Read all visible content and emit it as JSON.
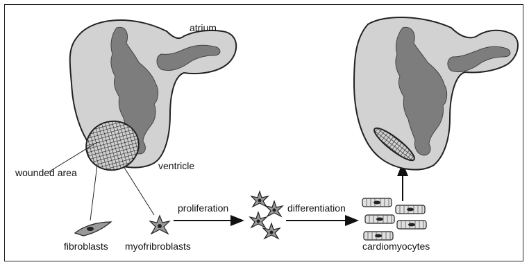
{
  "labels": {
    "atrium": "atrium",
    "ventricle": "ventricle",
    "wounded_area": "wounded area",
    "fibroblasts": "fibroblasts",
    "myofibroblasts": "myofribroblasts",
    "proliferation": "proliferation",
    "differentiation": "differentiation",
    "cardiomyocytes": "cardiomyocytes"
  },
  "colors": {
    "tissue": "#d2d2d2",
    "trabecula": "#7d7d7d",
    "outline": "#222222",
    "cell": "#9a9a9a"
  }
}
